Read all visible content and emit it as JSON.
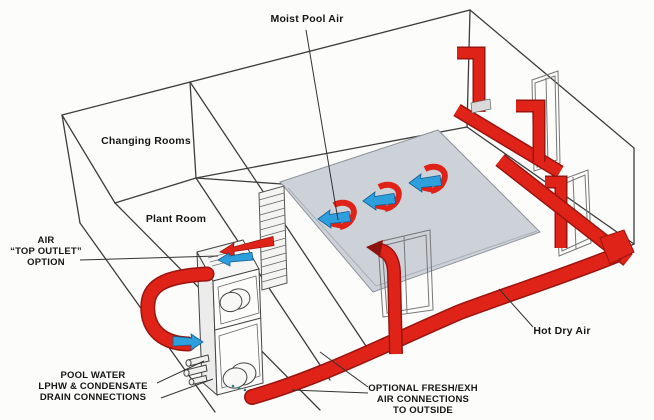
{
  "diagram": {
    "title": "Swimming pool dehumidification airflow diagram",
    "labels": {
      "moist_pool_air": "Moist Pool Air",
      "changing_rooms": "Changing Rooms",
      "plant_room": "Plant Room",
      "air_top_outlet_line1": "AIR",
      "air_top_outlet_line2": "“TOP OUTLET”",
      "air_top_outlet_line3": "OPTION",
      "pool_water_line1": "POOL WATER",
      "pool_water_line2": "LPHW & CONDENSATE",
      "pool_water_line3": "DRAIN CONNECTIONS",
      "optional_line1": "OPTIONAL FRESH/EXH",
      "optional_line2": "AIR CONNECTIONS",
      "optional_line3": "TO OUTSIDE",
      "hot_dry_air": "Hot Dry Air"
    },
    "colors": {
      "duct_red": "#e02318",
      "duct_red_dark": "#9a1410",
      "arrow_blue": "#2e9fdd",
      "pool_gray": "#cdd1d8",
      "wireframe_line": "#3d3d3d",
      "text": "#161616",
      "background": "#fcfcfa"
    }
  }
}
